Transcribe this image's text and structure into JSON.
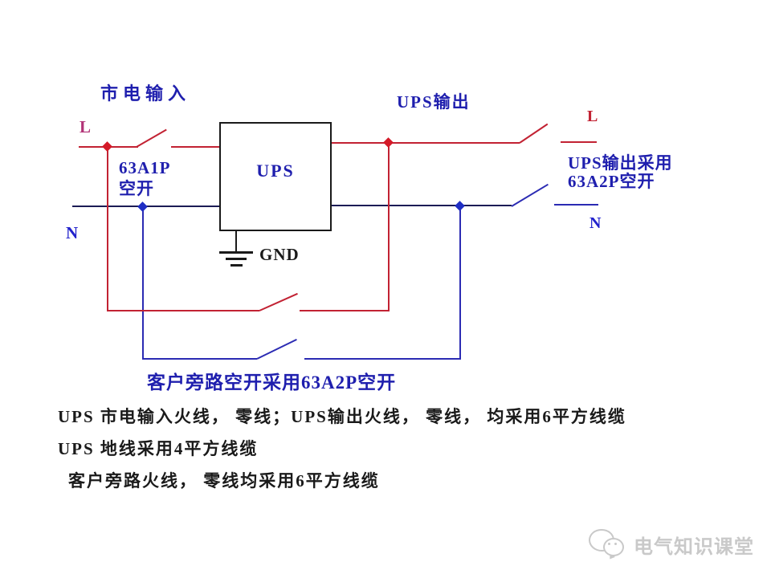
{
  "diagram": {
    "labels": {
      "mains_input": "市电输入",
      "ups_output": "UPS输出",
      "live_left": "L",
      "neutral_left": "N",
      "live_right": "L",
      "neutral_right": "N",
      "input_breaker_line1": "63A1P",
      "input_breaker_line2": "空开",
      "ups_box": "UPS",
      "gnd": "GND",
      "output_breaker_line1": "UPS输出采用",
      "output_breaker_line2": "63A2P空开",
      "bypass_breaker": "客户旁路空开采用63A2P空开"
    },
    "colors": {
      "live_wire": "#c22233",
      "neutral_wire_dark": "#1b1b55",
      "neutral_wire": "#2b2bb3",
      "label_blue": "#1f1fae",
      "live_label_left": "#b23377",
      "live_label_right": "#c22233",
      "neutral_label": "#2222cc",
      "text_black": "#1a1a1a",
      "watermark_gray": "#c9c9c9"
    }
  },
  "notes": {
    "line1": "UPS 市电输入火线， 零线；UPS输出火线， 零线， 均采用6平方线缆",
    "line2": "UPS 地线采用4平方线缆",
    "line3": "客户旁路火线， 零线均采用6平方线缆"
  },
  "watermark": {
    "text": "电气知识课堂",
    "logo": "wechat-icon"
  }
}
